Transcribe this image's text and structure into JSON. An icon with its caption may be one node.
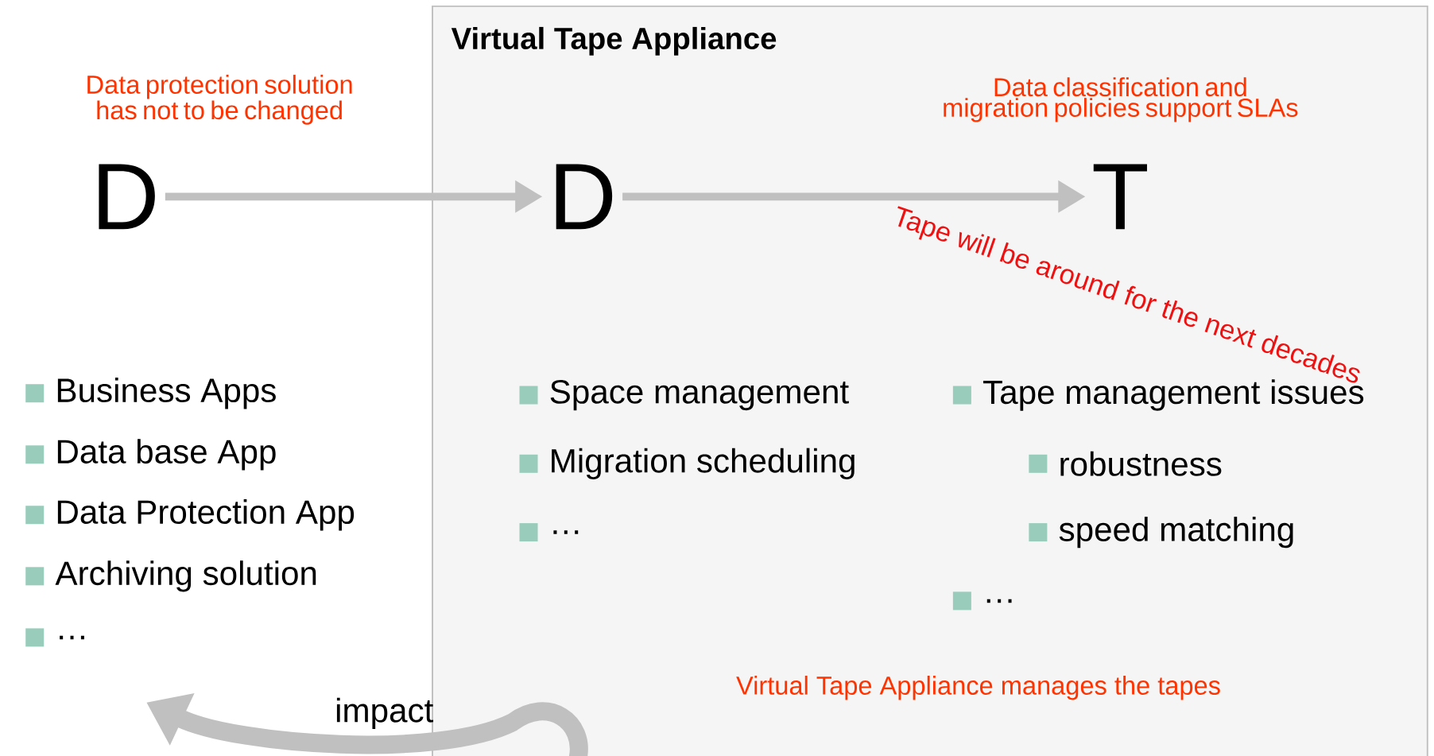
{
  "diagram": {
    "nodes": [
      {
        "text": [
          "Virtual Tape Appliance"
        ]
      },
      {
        "text": [
          "D"
        ]
      },
      {
        "text": [
          "D"
        ],
        "in": 0
      },
      {
        "text": [
          "T"
        ],
        "in": 0
      }
    ],
    "edges": [
      {
        "from": 1,
        "to": 2,
        "arrow": "to"
      },
      {
        "from": 2,
        "to": 3,
        "arrow": "to"
      },
      {
        "from": 0,
        "to": null,
        "arrow": "to",
        "style": "thick",
        "label": "impact"
      }
    ],
    "labels": [
      "Data protection solution has not to be changed",
      "Data classification and migration policies support SLAs",
      "Tape will be around for the next decades",
      "Business Apps",
      "Data base App",
      "Data Protection App",
      "Archiving solution",
      "…",
      "Space management",
      "Migration scheduling",
      "…",
      "Tape management issues",
      "robustness",
      "speed matching",
      "…",
      "Virtual Tape Appliance manages the tapes"
    ]
  }
}
